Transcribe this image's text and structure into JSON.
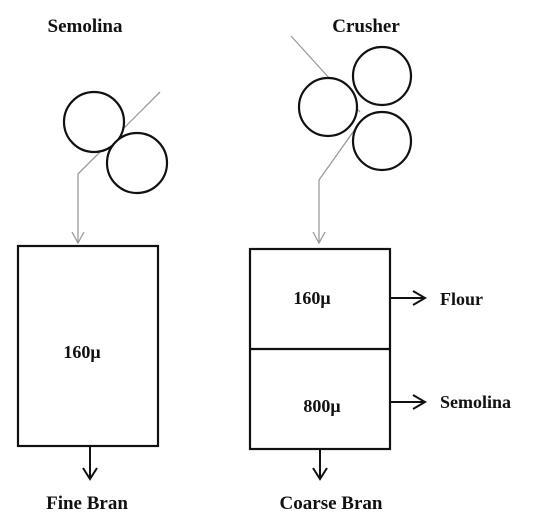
{
  "left_unit": {
    "title": "Semolina",
    "sieve_label": "160μ",
    "output_label": "Fine Bran"
  },
  "right_unit": {
    "title": "Crusher",
    "upper_sieve_label": "160μ",
    "upper_output": "Flour",
    "lower_sieve_label": "800μ",
    "lower_output": "Semolina",
    "bottom_output": "Coarse Bran"
  }
}
